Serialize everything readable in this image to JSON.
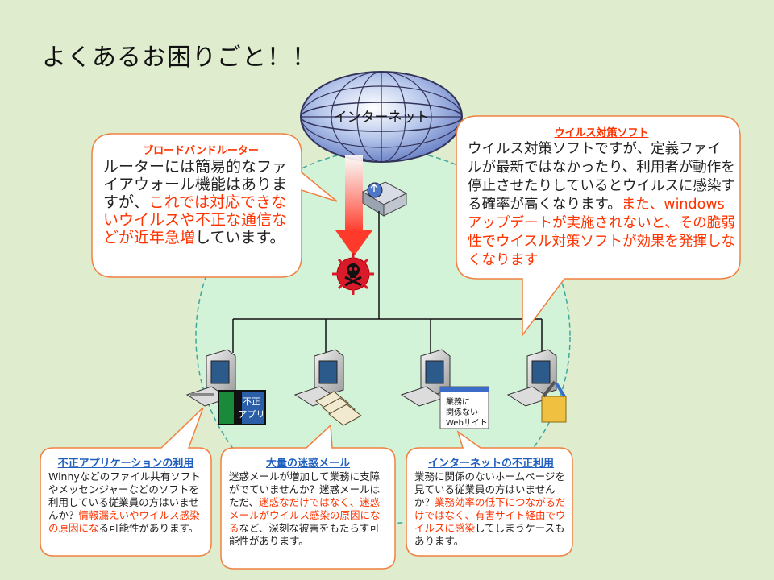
{
  "page_title": "よくあるお困りごと！！",
  "internet_label": "インターネット",
  "router_note": {
    "header": "ブロードバンドルーター",
    "text": "ルーターには簡易的なファイアウォール機能はありますが、",
    "highlight": "これでは対応できないウイルスや不正な通信などが近年急増",
    "tail": "しています。"
  },
  "av_note": {
    "header": "ウイルス対策ソフト",
    "text": "ウイルス対策ソフトですが、定義ファイルが最新ではなかったり、利用者が動作を停止させたりしているとウイルスに感染する確率が高くなります。",
    "highlight": "また、windowsアップデートが実施されないと、その脆弱性でウイスル対策ソフトが効果を発揮しなくなります"
  },
  "app_note": {
    "header": "不正アプリケーションの利用",
    "text": "Winnyなどのファイル共有ソフトやメッセンジャーなどのソフトを利用している従業員の方はいませんか？",
    "highlight": "情報漏えいやウイルス感染の原因にな",
    "tail": "る可能性があります。"
  },
  "mail_note": {
    "header": "大量の迷惑メール",
    "text": "迷惑メールが増加して業務に支障がでていませんか？迷惑メールはただ、",
    "highlight": "迷惑なだけではなく、迷惑メールがウイルス感染の原因になる",
    "tail": "など、深刻な被害をもたらす可能性があります。"
  },
  "net_note": {
    "header": "インターネットの不正利用",
    "text": "業務に関係のないホームページを見ている従業員の方はいませんか？",
    "highlight": "業務効率の低下につながるだけではなく、有害サイト経由でウイルスに感染",
    "tail": "してしまうケースもあります。"
  },
  "app_label_1": "不正",
  "app_label_2": "アプリ",
  "web_label_1": "業務に",
  "web_label_2": "関係ない",
  "web_label_3": "Webサイト",
  "colors": {
    "background": "#dfeccd",
    "highlight": "#ff3300",
    "bubble_border": "#f08040",
    "header_blue": "#1f5fbf"
  }
}
